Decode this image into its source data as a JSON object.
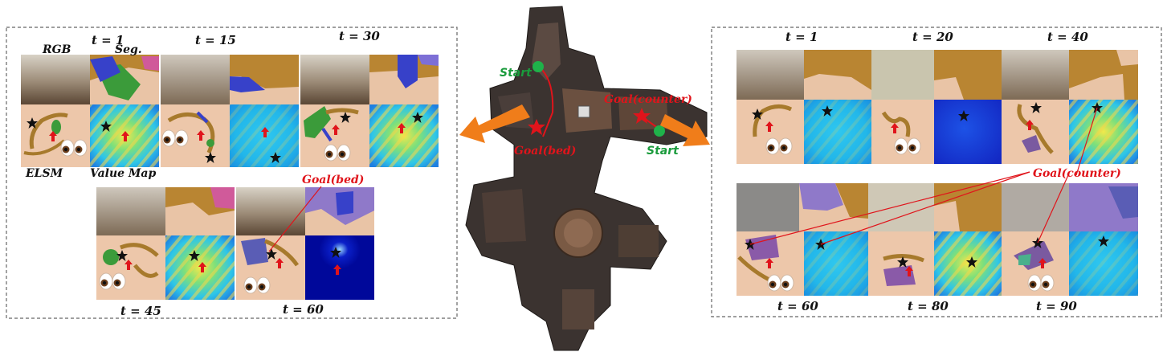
{
  "left_panel": {
    "col_labels": [
      "RGB",
      "Seg."
    ],
    "row_labels": [
      "ELSM",
      "Value Map"
    ],
    "goal_label": "Goal(bed)",
    "top_steps": [
      "t = 1",
      "t = 15",
      "t = 30"
    ],
    "bottom_steps": [
      "t = 45",
      "t = 60"
    ]
  },
  "center": {
    "start_top": "Start",
    "goal_bed": "Goal(bed)",
    "goal_counter": "Goal(counter)",
    "start_right": "Start"
  },
  "right_panel": {
    "goal_label": "Goal(counter)",
    "top_steps": [
      "t = 1",
      "t = 20",
      "t = 40"
    ],
    "bottom_steps": [
      "t = 60",
      "t = 80",
      "t = 90"
    ]
  },
  "colors": {
    "goal": "#e0141b",
    "start": "#1a9b3c",
    "arrow": "#f07d1a",
    "seg_floor": "#e9c4a6",
    "seg_wall": "#b98532",
    "value_low": "#1b2fc9",
    "value_high": "#e9e94a"
  }
}
